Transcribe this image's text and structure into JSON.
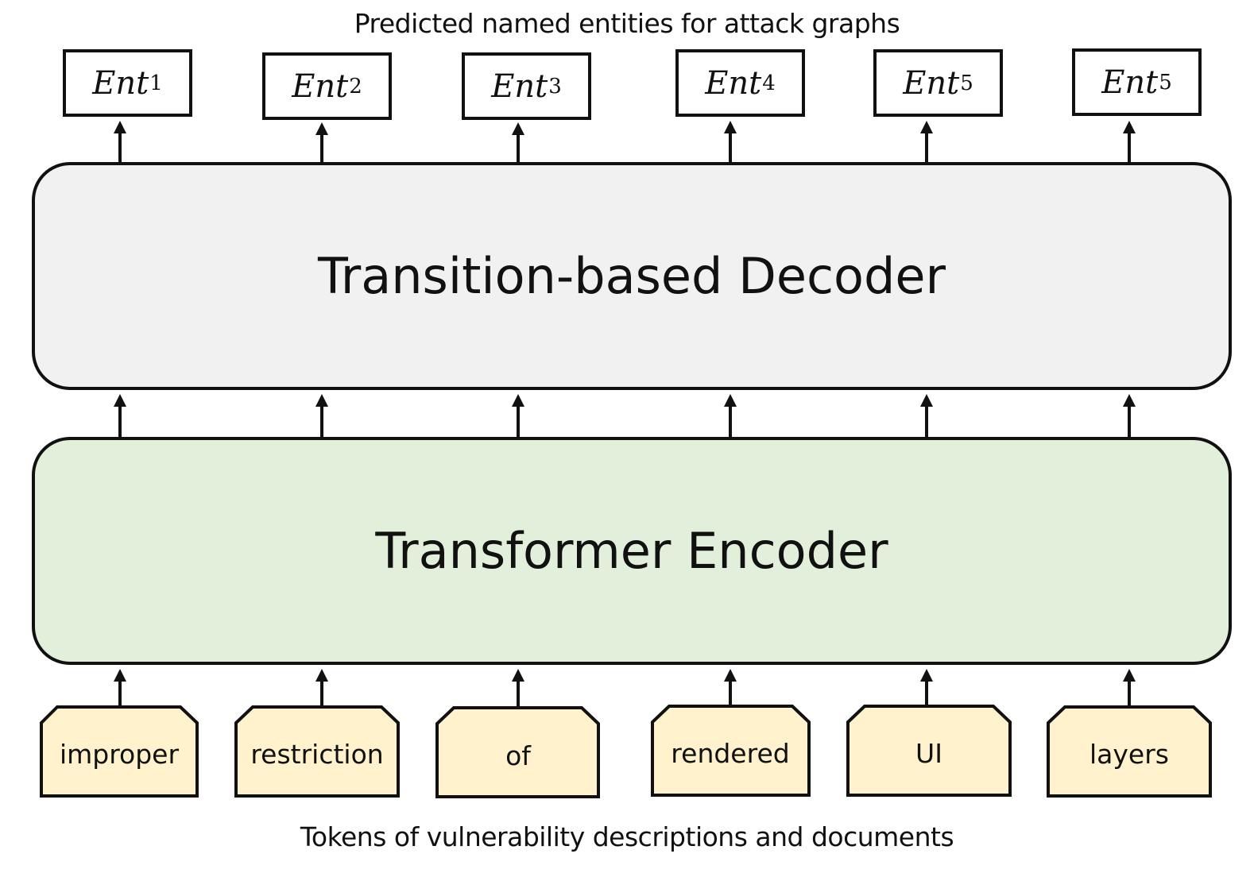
{
  "header": {
    "caption": "Predicted named entities for attack graphs"
  },
  "entities": [
    {
      "base": "Ent",
      "sub": "1"
    },
    {
      "base": "Ent",
      "sub": "2"
    },
    {
      "base": "Ent",
      "sub": "3"
    },
    {
      "base": "Ent",
      "sub": "4"
    },
    {
      "base": "Ent",
      "sub": "5"
    },
    {
      "base": "Ent",
      "sub": "5"
    }
  ],
  "decoder": {
    "label": "Transition-based Decoder",
    "fill": "#f1f1f1"
  },
  "encoder": {
    "label": "Transformer Encoder",
    "fill": "#e2efda"
  },
  "tokens": [
    "improper",
    "restriction",
    "of",
    "rendered",
    "UI",
    "layers"
  ],
  "token_fill": "#fff2cc",
  "footer": {
    "caption": "Tokens of vulnerability descriptions and documents"
  }
}
